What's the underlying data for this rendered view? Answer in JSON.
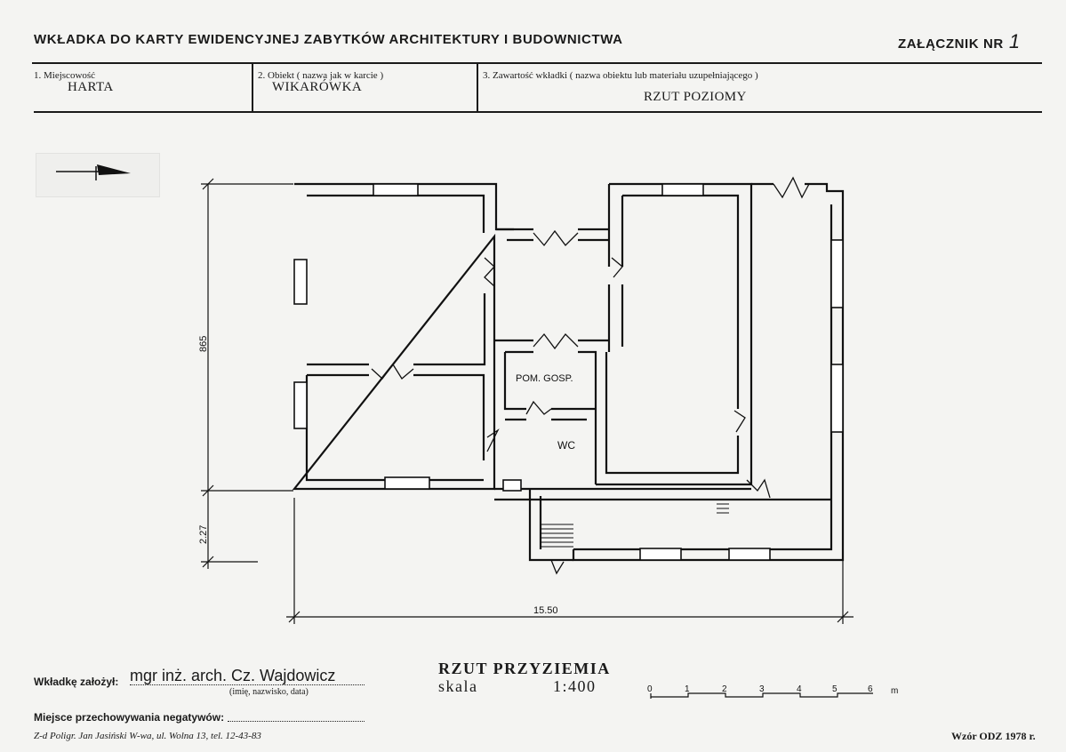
{
  "header": {
    "title": "WKŁADKA DO KARTY EWIDENCYJNEJ ZABYTKÓW ARCHITEKTURY I BUDOWNICTWA",
    "annex_label": "ZAŁĄCZNIK NR",
    "annex_number": "1"
  },
  "fields": {
    "place_label": "1. Miejscowość",
    "place_value": "HARTA",
    "object_label": "2. Obiekt ( nazwa jak w karcie )",
    "object_value": "WIKARÓWKA",
    "content_label": "3. Zawartość wkładki ( nazwa obiektu lub materiału uzupełniającego )",
    "content_value": "RZUT POZIOMY"
  },
  "plan": {
    "rooms": [
      "POM. GOSP.",
      "WC"
    ],
    "dim_height_main": "865",
    "dim_height_lower": "2.27",
    "dim_width": "15.50"
  },
  "drawing": {
    "title": "RZUT PRZYZIEMIA",
    "scale_label": "skala",
    "scale_value": "1:400",
    "scalebar_ticks": [
      "0",
      "1",
      "2",
      "3",
      "4",
      "5",
      "6"
    ],
    "scalebar_unit": "m"
  },
  "footer": {
    "author_label": "Wkładkę założył:",
    "author_value": "mgr inż. arch. Cz. Wajdowicz",
    "author_hint": "(imię, nazwisko, data)",
    "negatives_label": "Miejsce przechowywania negatywów:",
    "printer": "Z-d Poligr. Jan Jasiński W-wa, ul. Wolna 13, tel. 12-43-83",
    "pattern": "Wzór ODZ 1978 r."
  }
}
